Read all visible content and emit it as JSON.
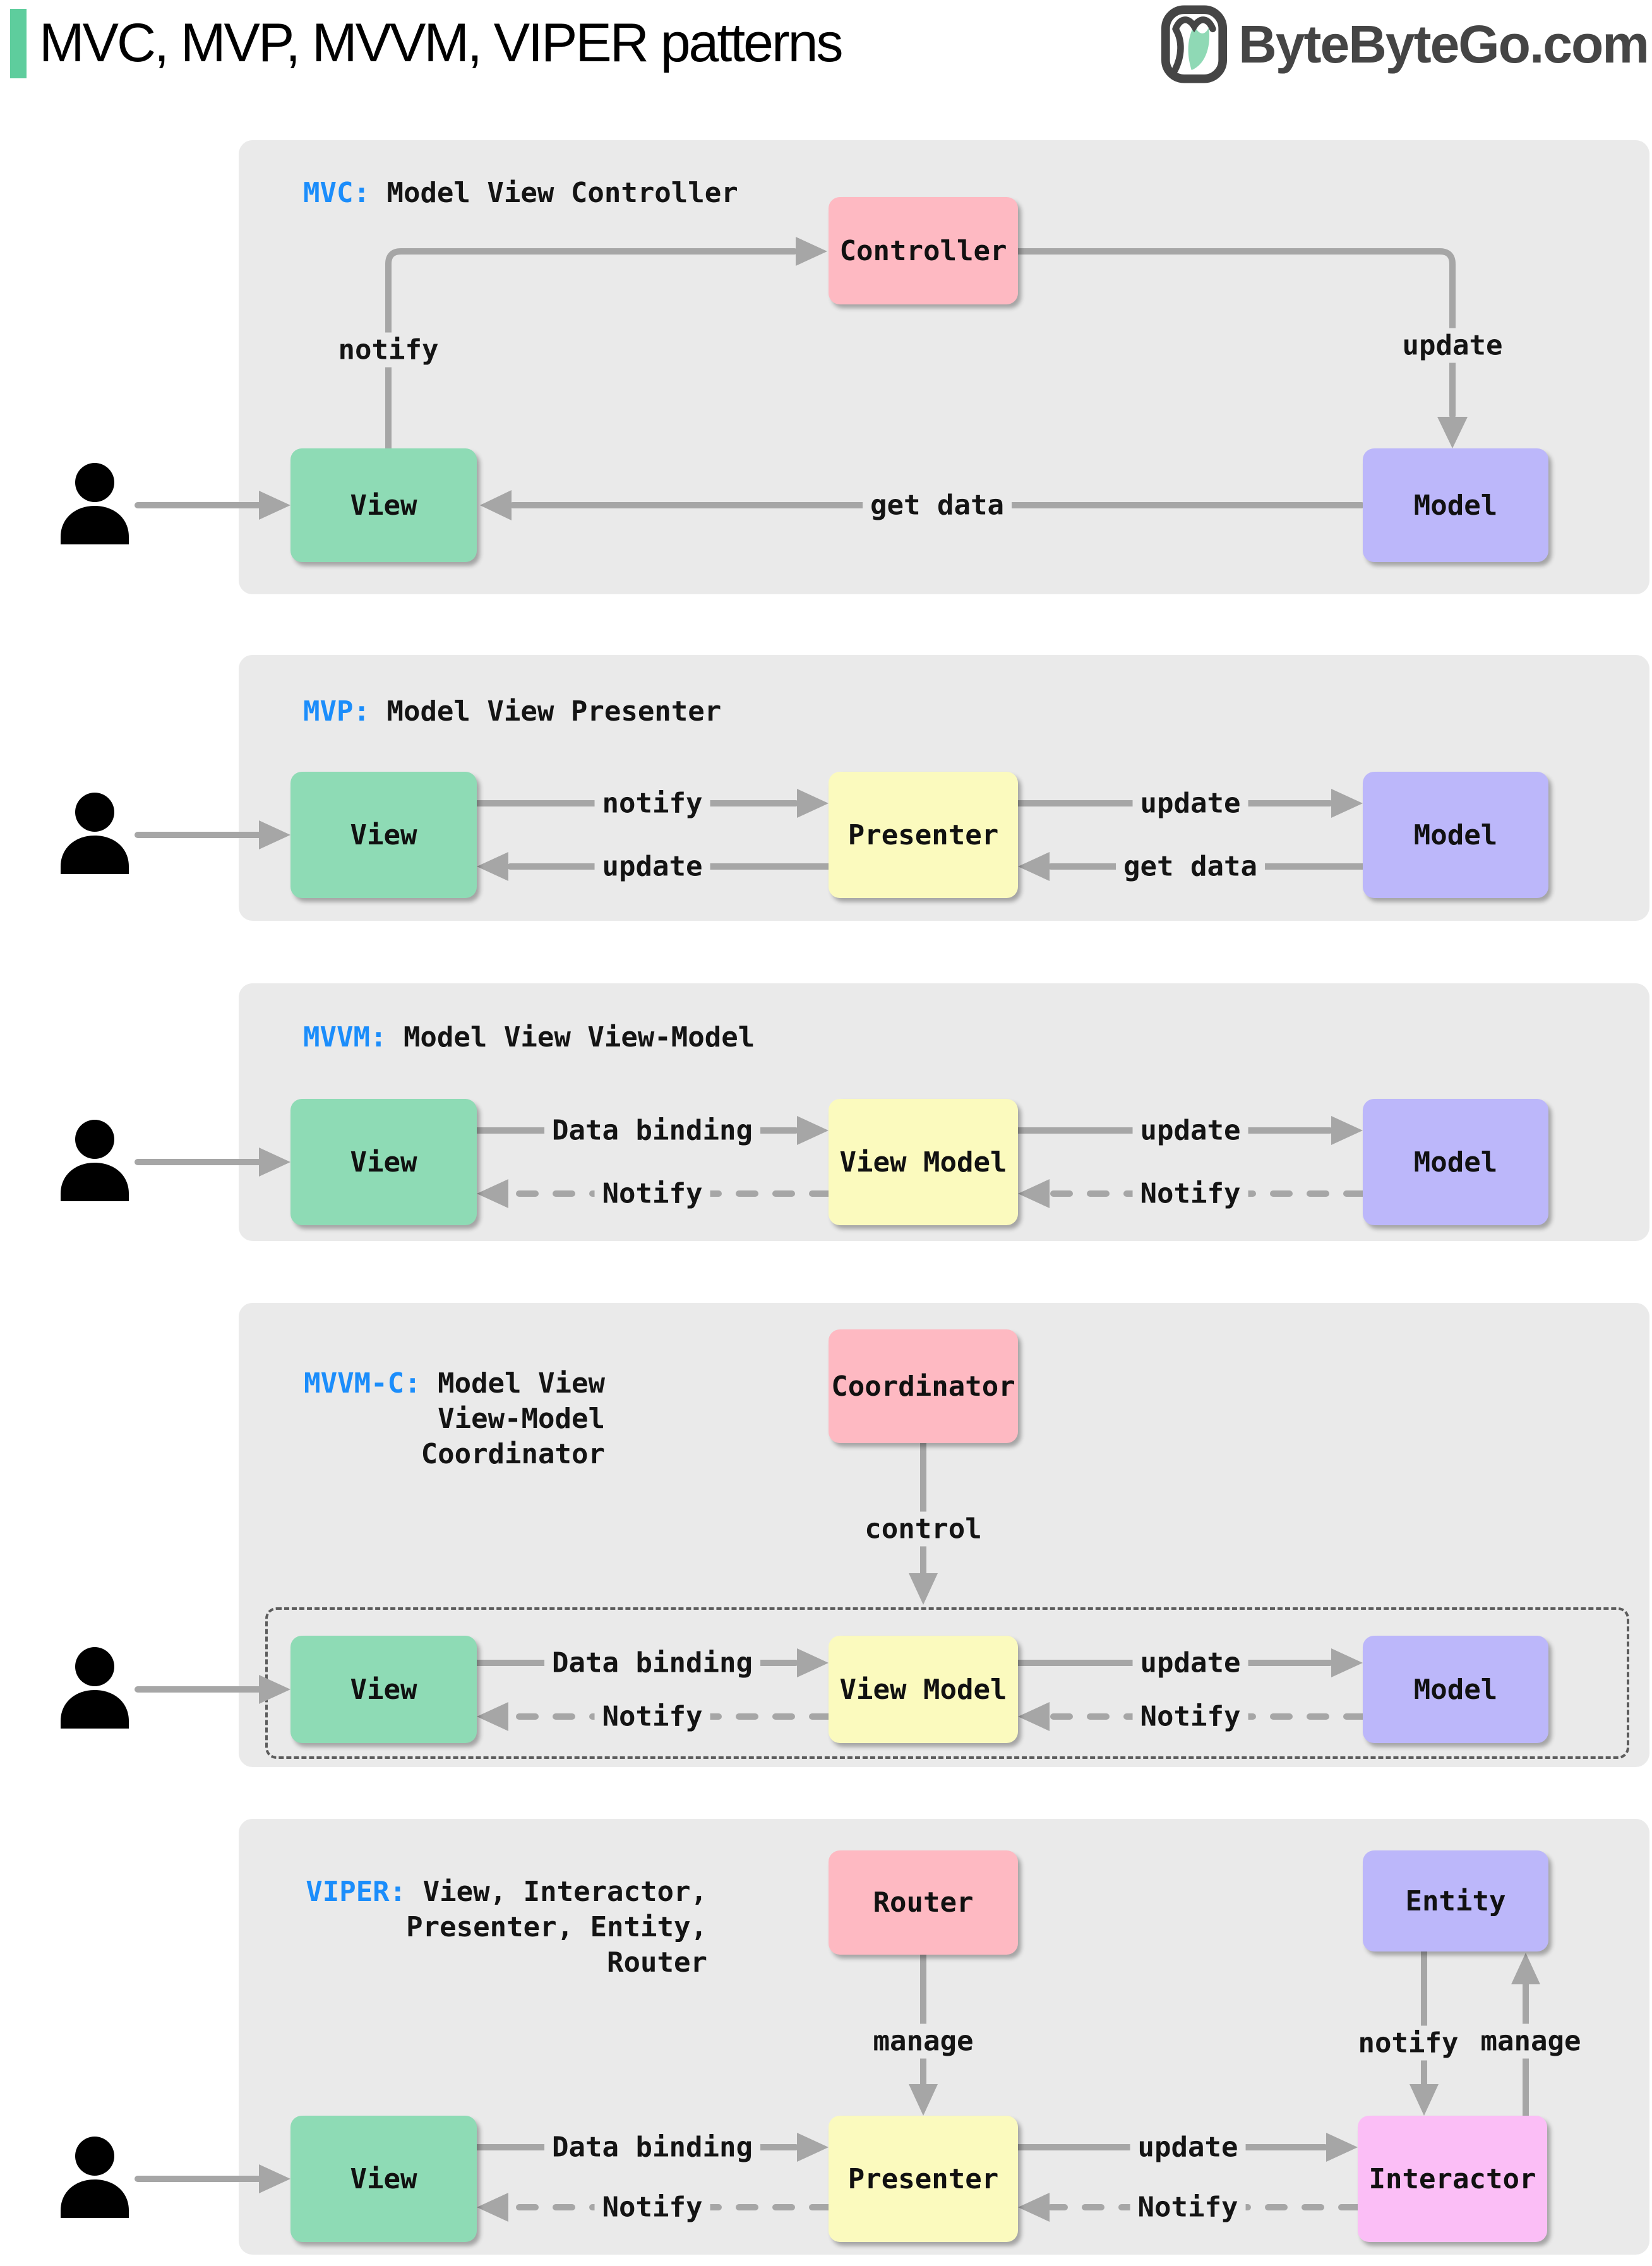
{
  "header": {
    "title": "MVC, MVP, MVVM, VIPER patterns",
    "logo_text": "ByteByteGo.com"
  },
  "colors": {
    "accent_green": "#5ecd9d",
    "panel_bg": "#eaeaea",
    "arrow_gray": "#a6a6a6",
    "abbr_blue": "#1b8dfb",
    "box_green": "#8edbb5",
    "box_pink": "#feb9c2",
    "box_purple": "#bcb7fa",
    "box_yellow": "#fbfabe",
    "box_magenta": "#fbbef6"
  },
  "panels": {
    "mvc": {
      "abbr": "MVC:",
      "name": " Model View Controller",
      "boxes": {
        "controller": "Controller",
        "view": "View",
        "model": "Model"
      },
      "labels": {
        "notify": "notify",
        "update": "update",
        "get_data": "get data"
      }
    },
    "mvp": {
      "abbr": "MVP:",
      "name": " Model View Presenter",
      "boxes": {
        "view": "View",
        "presenter": "Presenter",
        "model": "Model"
      },
      "labels": {
        "notify": "notify",
        "update_to_model": "update",
        "update_to_view": "update",
        "get_data": "get data"
      }
    },
    "mvvm": {
      "abbr": "MVVM:",
      "name": " Model View View-Model",
      "boxes": {
        "view": "View",
        "view_model": "View Model",
        "model": "Model"
      },
      "labels": {
        "data_binding": "Data binding",
        "notify_view": "Notify",
        "update": "update",
        "notify_view_model": "Notify"
      }
    },
    "mvvmc": {
      "abbr": "MVVM-C:",
      "name_line1": " Model View",
      "name_line2": "View-Model",
      "name_line3": "Coordinator",
      "boxes": {
        "coordinator": "Coordinator",
        "view": "View",
        "view_model": "View Model",
        "model": "Model"
      },
      "labels": {
        "control": "control",
        "data_binding": "Data binding",
        "notify_view": "Notify",
        "update": "update",
        "notify_view_model": "Notify"
      }
    },
    "viper": {
      "abbr": "VIPER:",
      "name_line1": " View, Interactor,",
      "name_line2": "Presenter, Entity,",
      "name_line3": "Router",
      "boxes": {
        "router": "Router",
        "entity": "Entity",
        "view": "View",
        "presenter": "Presenter",
        "interactor": "Interactor"
      },
      "labels": {
        "manage_router": "manage",
        "notify_entity": "notify",
        "manage_entity": "manage",
        "data_binding": "Data binding",
        "notify_view": "Notify",
        "update": "update",
        "notify_presenter": "Notify"
      }
    }
  }
}
